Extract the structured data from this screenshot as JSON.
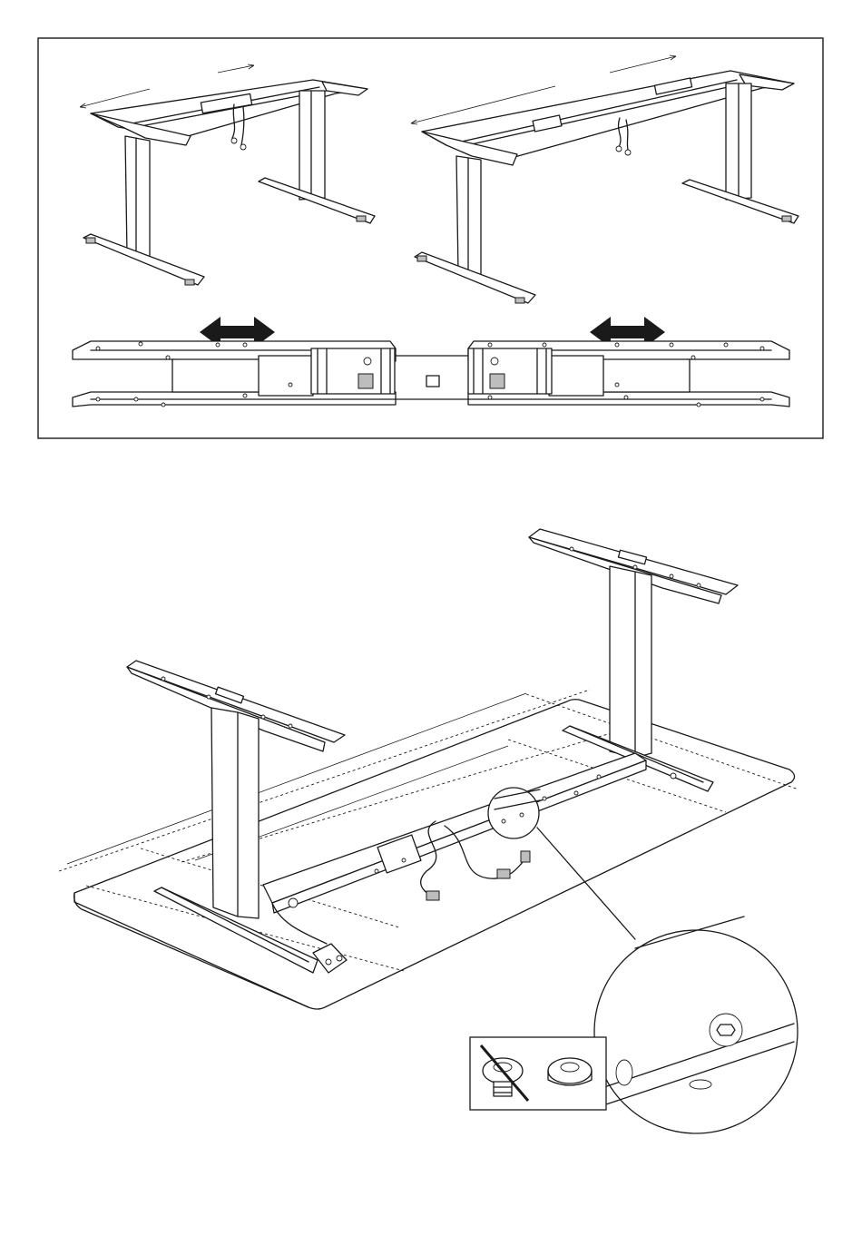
{
  "figure": {
    "top_panel": {
      "description_icons": [
        "adjustable-frame-left",
        "adjustable-frame-extended",
        "frame-crossbar-top-view"
      ],
      "arrows": [
        "double-arrow-left",
        "double-arrow-right"
      ]
    },
    "bottom_panel": {
      "icons": [
        "desk-frame-on-tabletop",
        "control-panel",
        "detail-magnifier",
        "screw-comparison"
      ]
    }
  },
  "colors": {
    "line": "#1a1a1a",
    "fill_gray": "#bdbdbd",
    "background": "#ffffff"
  }
}
